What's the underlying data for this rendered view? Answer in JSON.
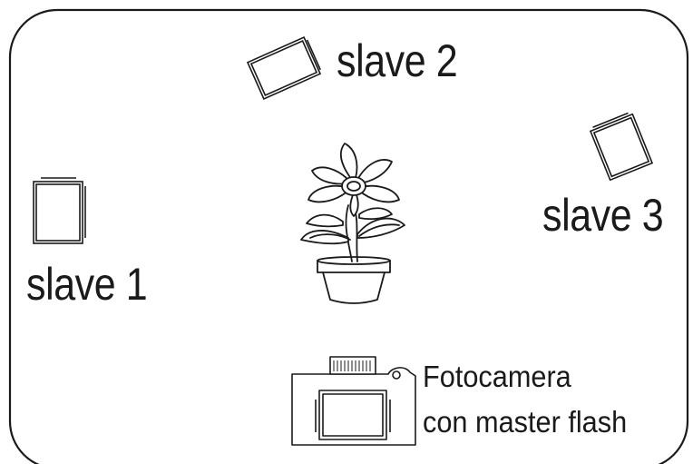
{
  "labels": {
    "slave1": "slave 1",
    "slave2": "slave 2",
    "slave3": "slave 3",
    "camera_line1": "Fotocamera",
    "camera_line2": "con master flash"
  },
  "icons": {
    "slave_flash": "slave-flash-icon",
    "plant": "potted-plant-icon",
    "camera": "camera-with-master-flash-icon"
  },
  "colors": {
    "line": "#1a1a1a",
    "background": "#ffffff"
  }
}
